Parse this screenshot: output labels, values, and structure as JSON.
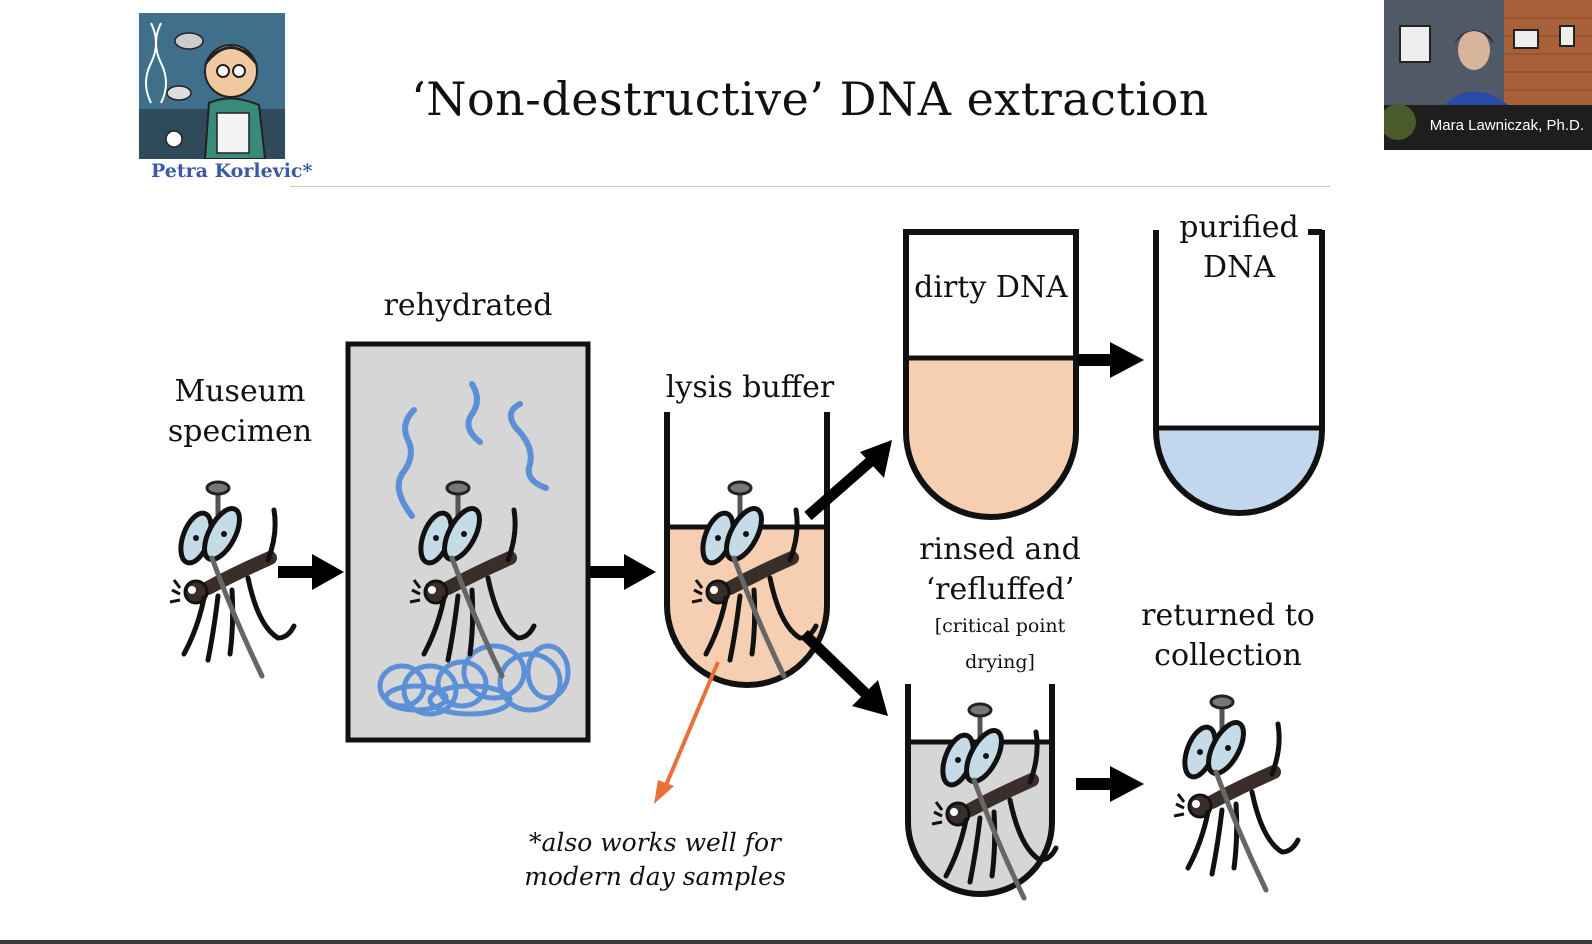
{
  "slide": {
    "title": "‘Non-destructive’ DNA extraction",
    "badge_caption": "Petra Korlevic*"
  },
  "labels": {
    "museum": "Museum\nspecimen",
    "rehydrated": "rehydrated",
    "lysis": "lysis buffer",
    "dirty": "dirty DNA",
    "purified": "purified\nDNA",
    "rinsed": "rinsed and\n‘refluffed’",
    "rinsed_note": "[critical point\ndrying]",
    "returned": "returned to\ncollection"
  },
  "note": "*also works well for\nmodern day samples",
  "video": {
    "participant_name": "Mara Lawniczak, Ph.D."
  },
  "colors": {
    "lysis_fill": "#f6cfb2",
    "purified_fill": "#c2d7ee",
    "rinse_fill": "#d6d6d6",
    "rehydrate_fill": "#d6d6d6",
    "squiggle": "#5b8fd6",
    "note_arrow": "#e8703a",
    "badge_caption": "#3a5aa8"
  }
}
